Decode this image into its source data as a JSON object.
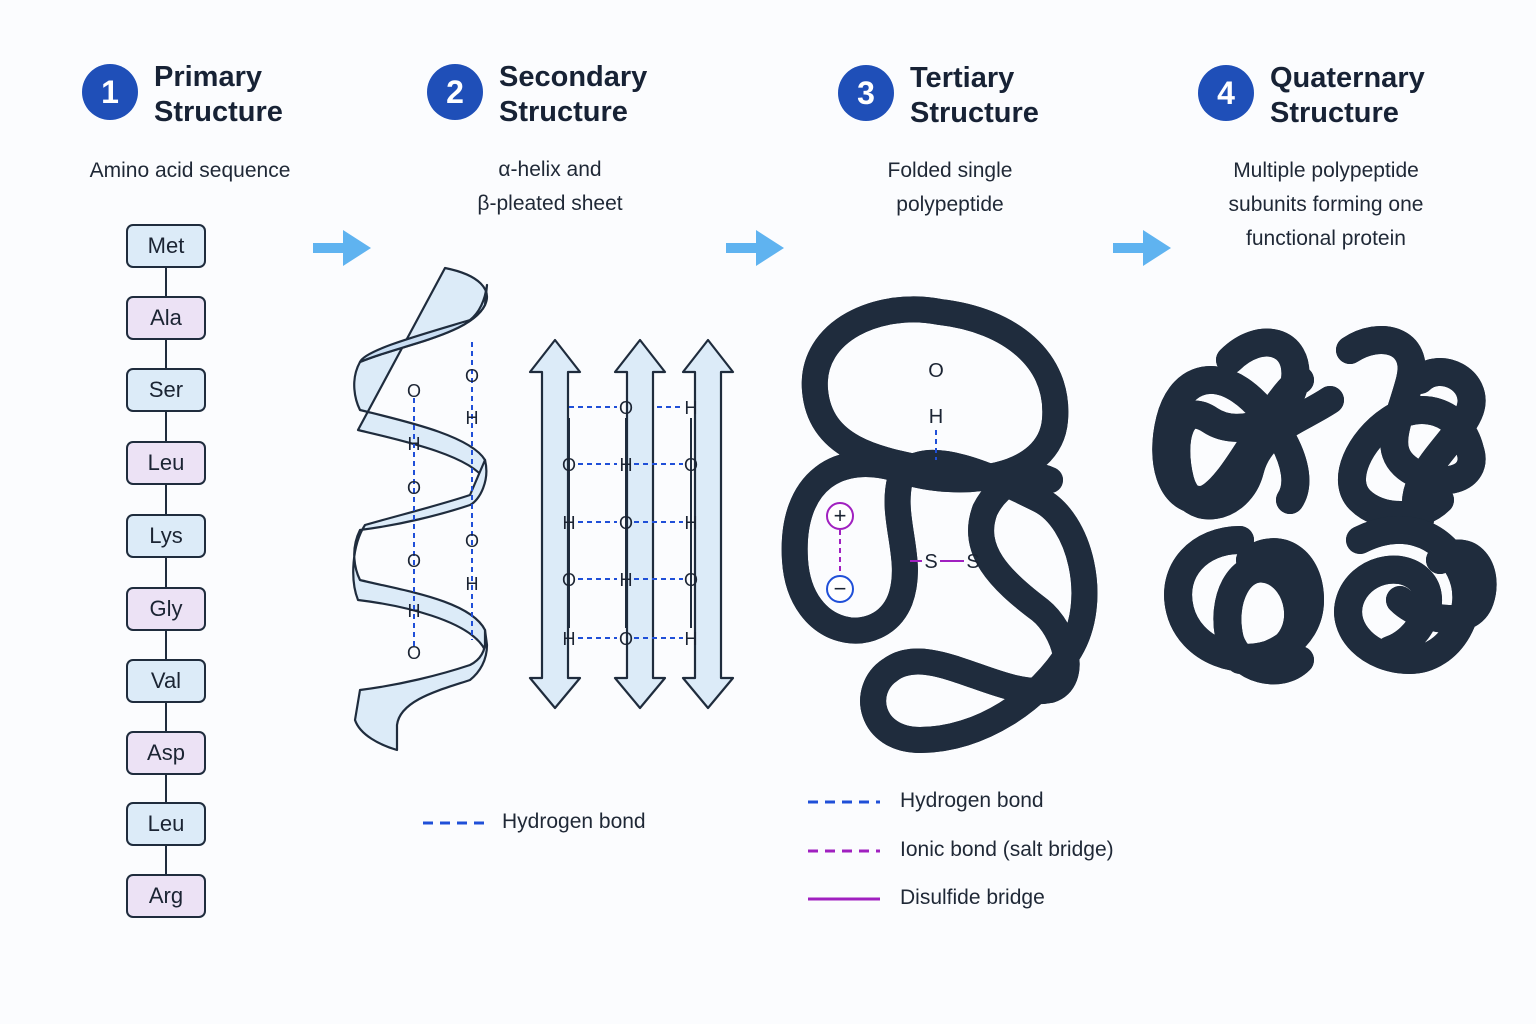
{
  "panels": [
    {
      "number": "1",
      "title": "Primary Structure",
      "subtitle_lines": [
        "Amino acid sequence"
      ]
    },
    {
      "number": "2",
      "title": "Secondary Structure",
      "subtitle_lines": [
        "α-helix and",
        "β-pleated sheet"
      ]
    },
    {
      "number": "3",
      "title": "Tertiary Structure",
      "subtitle_lines": [
        "Folded single",
        "polypeptide"
      ]
    },
    {
      "number": "4",
      "title": "Quaternary Structure",
      "subtitle_lines": [
        "Multiple polypeptide",
        "subunits forming one",
        "functional protein"
      ]
    }
  ],
  "amino_acids": [
    "Met",
    "Ala",
    "Ser",
    "Leu",
    "Lys",
    "Gly",
    "Val",
    "Asp",
    "Leu",
    "Arg"
  ],
  "secondary_legend": {
    "hydrogen_bond": "Hydrogen bond"
  },
  "tertiary_legend": {
    "hydrogen_bond": "Hydrogen bond",
    "ionic_bond": "Ionic bond (salt bridge)",
    "disulfide_bridge": "Disulfide bridge"
  },
  "atom_labels": {
    "oxygen": "O",
    "hydrogen": "H",
    "sulfur": "S",
    "plus": "+",
    "minus": "−"
  },
  "colors": {
    "badge": "#1f4fb8",
    "arrow": "#5fb3f0",
    "ribbon_blue": "#dcebf8",
    "ribbon_pink": "#ecdcf3",
    "hydrogen_bond": "#1f4fd8",
    "ionic_bond": "#a020c0",
    "disulfide": "#a020c0"
  }
}
